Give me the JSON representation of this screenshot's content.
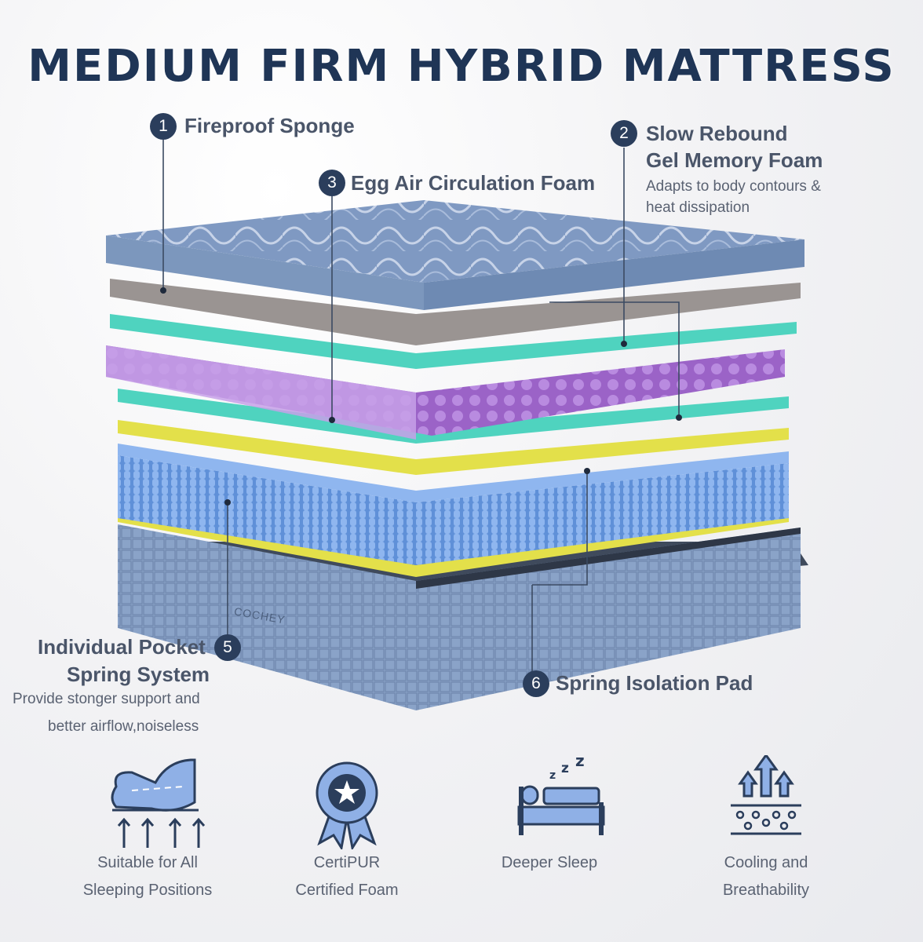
{
  "title": "MEDIUM FIRM HYBRID MATTRESS",
  "layers": [
    {
      "num": "1",
      "name": "Fireproof Sponge"
    },
    {
      "num": "2",
      "name_line1": "Slow Rebound",
      "name_line2": "Gel Memory Foam",
      "desc_line1": "Adapts to body contours &",
      "desc_line2": "heat dissipation"
    },
    {
      "num": "3",
      "name": "Egg Air Circulation Foam"
    },
    {
      "num": "5",
      "name_line1": "Individual Pocket",
      "name_line2": "Spring System",
      "desc_line1": "Provide stonger support and",
      "desc_line2": "better airflow,noiseless"
    },
    {
      "num": "6",
      "name": "Spring Isolation Pad"
    }
  ],
  "brand": "COCHEY",
  "features": [
    {
      "icon": "sleeping-positions-icon",
      "line1": "Suitable for All",
      "line2": "Sleeping Positions"
    },
    {
      "icon": "certified-badge-icon",
      "line1": "CertiPUR",
      "line2": "Certified Foam"
    },
    {
      "icon": "sleeping-person-icon",
      "line1": "Deeper Sleep",
      "line2": ""
    },
    {
      "icon": "airflow-icon",
      "line1": "Cooling and",
      "line2": "Breathability"
    }
  ],
  "colors": {
    "title": "#1f3556",
    "badge": "#2b3e5c",
    "cover": "#7c97bd",
    "fireproof": "#9a9492",
    "gel": "#4fd3bf",
    "egg_foam": "#b07ad4",
    "iso_pad": "#e3e04a",
    "springs": "#6f9fe0",
    "base": "#8aa3c8",
    "icon_fill": "#8fb0e6"
  }
}
